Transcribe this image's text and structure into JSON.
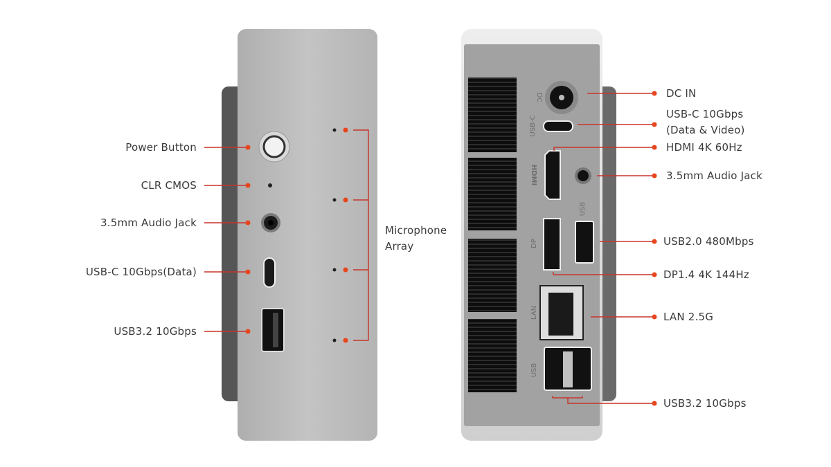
{
  "left_view": {
    "labels": {
      "power_button": "Power Button",
      "clr_cmos": "CLR CMOS",
      "audio_jack": "3.5mm Audio Jack",
      "usb_c": "USB-C 10Gbps(Data)",
      "usb32": "USB3.2 10Gbps",
      "mic_line1": "Microphone",
      "mic_line2": "Array"
    }
  },
  "right_view": {
    "port_markings": {
      "dc": "DC",
      "usbc": "USB-C",
      "hdmi": "HDMI",
      "usb": "USB",
      "dp": "DP",
      "lan": "LAN",
      "usb2": "USB"
    },
    "labels": {
      "dc_in": "DC IN",
      "usbc_line1": "USB-C 10Gbps",
      "usbc_line2": "(Data & Video)",
      "hdmi": "HDMI 4K 60Hz",
      "audio_jack": "3.5mm Audio Jack",
      "usb20": "USB2.0 480Mbps",
      "dp": "DP1.4 4K 144Hz",
      "lan": "LAN 2.5G",
      "usb32": "USB3.2 10Gbps"
    }
  },
  "colors": {
    "accent": "#e8451c",
    "line": "#c8342a"
  }
}
